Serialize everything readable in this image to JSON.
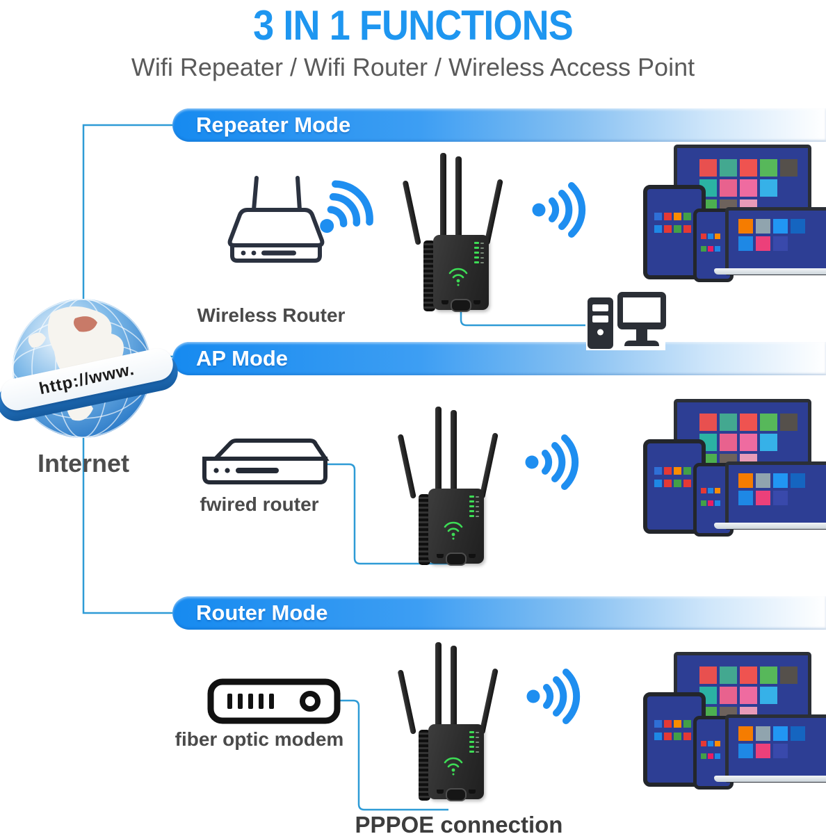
{
  "header": {
    "title": "3 IN 1 FUNCTIONS",
    "subtitle": "Wifi Repeater / Wifi Router / Wireless Access Point"
  },
  "internet": {
    "label": "Internet",
    "globe_banner": "http://www."
  },
  "modes": {
    "repeater": {
      "banner": "Repeater Mode",
      "source_label": "Wireless Router"
    },
    "ap": {
      "banner": "AP Mode",
      "source_label": "fwired router"
    },
    "router": {
      "banner": "Router Mode",
      "source_label": "fiber optic modem",
      "connection_label": "PPPOE connection"
    }
  },
  "icons": [
    "globe-icon",
    "wifi-signal-icon",
    "wireless-router-icon",
    "wired-router-icon",
    "fiber-modem-icon",
    "desktop-pc-icon",
    "repeater-device",
    "devices-cluster"
  ],
  "colors": {
    "title_blue": "#1E96F0",
    "banner_blue": "#2196F3",
    "wifi_blue": "#1E8EF0",
    "connector_blue": "#2E9BD6",
    "label_gray": "#4A4A4A",
    "device_black": "#2B2B2B",
    "led_green": "#3DDC55"
  }
}
